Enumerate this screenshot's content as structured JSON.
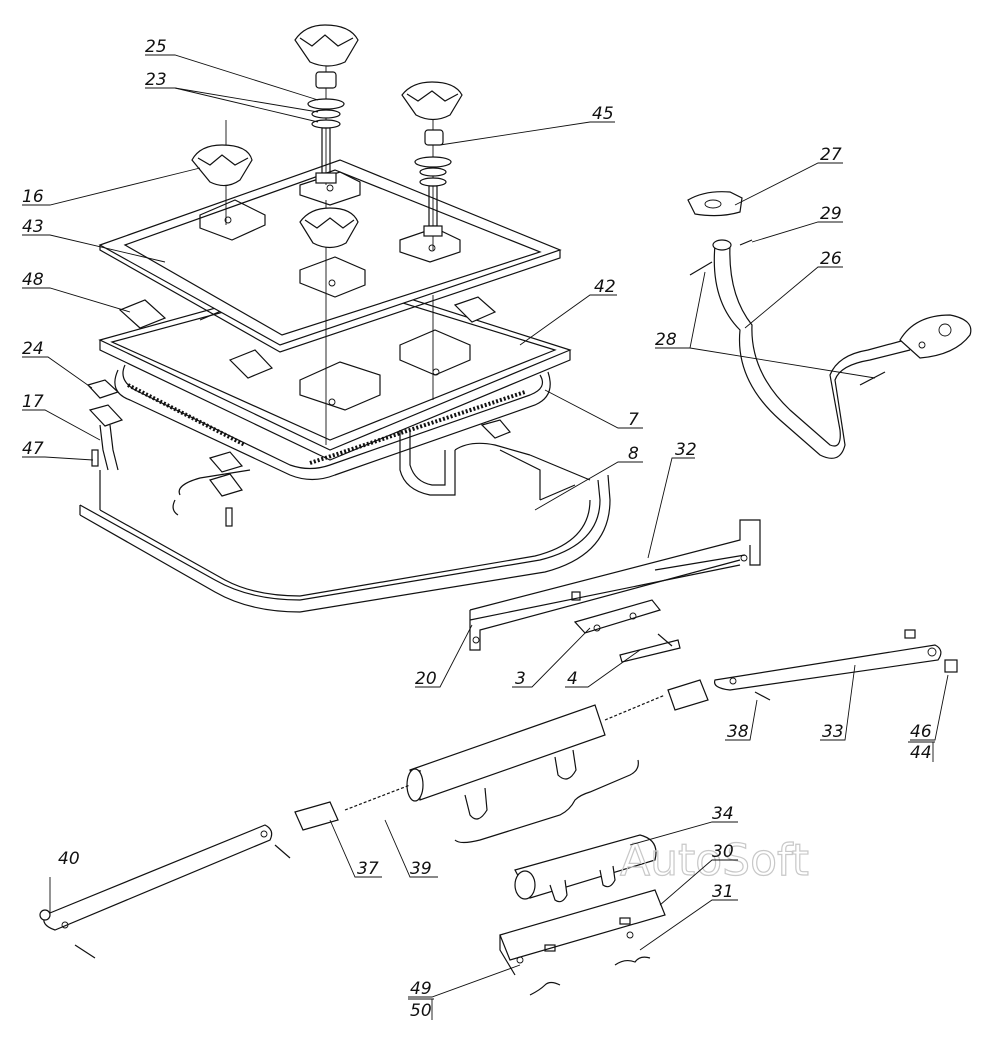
{
  "watermark": "AutoSoft",
  "callouts": [
    {
      "id": "c25",
      "label": "25"
    },
    {
      "id": "c23",
      "label": "23"
    },
    {
      "id": "c45",
      "label": "45"
    },
    {
      "id": "c16",
      "label": "16"
    },
    {
      "id": "c43",
      "label": "43"
    },
    {
      "id": "c48",
      "label": "48"
    },
    {
      "id": "c42",
      "label": "42"
    },
    {
      "id": "c24",
      "label": "24"
    },
    {
      "id": "c17",
      "label": "17"
    },
    {
      "id": "c47",
      "label": "47"
    },
    {
      "id": "c7",
      "label": "7"
    },
    {
      "id": "c8",
      "label": "8"
    },
    {
      "id": "c32",
      "label": "32"
    },
    {
      "id": "c27",
      "label": "27"
    },
    {
      "id": "c29",
      "label": "29"
    },
    {
      "id": "c26",
      "label": "26"
    },
    {
      "id": "c28",
      "label": "28"
    },
    {
      "id": "c20",
      "label": "20"
    },
    {
      "id": "c3",
      "label": "3"
    },
    {
      "id": "c4",
      "label": "4"
    },
    {
      "id": "c38",
      "label": "38"
    },
    {
      "id": "c33",
      "label": "33"
    },
    {
      "id": "c46",
      "label": "46"
    },
    {
      "id": "c44",
      "label": "44"
    },
    {
      "id": "c34",
      "label": "34"
    },
    {
      "id": "c30",
      "label": "30"
    },
    {
      "id": "c31",
      "label": "31"
    },
    {
      "id": "c37",
      "label": "37"
    },
    {
      "id": "c39",
      "label": "39"
    },
    {
      "id": "c40",
      "label": "40"
    },
    {
      "id": "c49",
      "label": "49"
    },
    {
      "id": "c50",
      "label": "50"
    }
  ]
}
